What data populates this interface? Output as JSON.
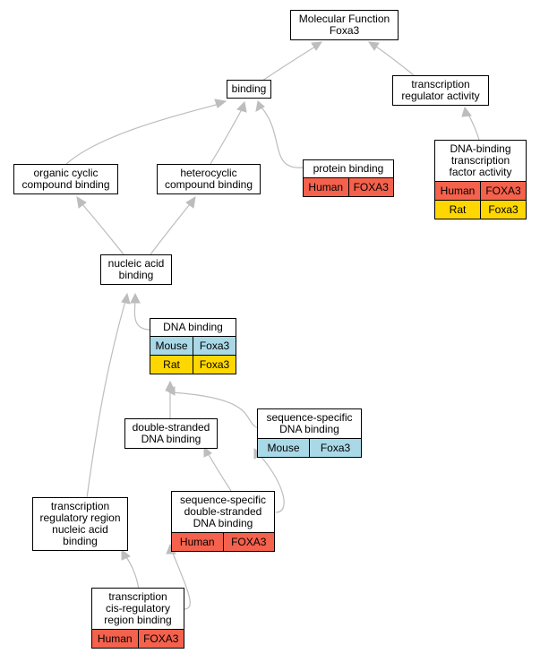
{
  "colors": {
    "human": "#f4614c",
    "mouse": "#a9d8e6",
    "rat": "#ffd700",
    "edge": "#bdbdbd"
  },
  "nodes": {
    "mf": {
      "label": "Molecular Function\nFoxa3"
    },
    "binding": {
      "label": "binding"
    },
    "tra": {
      "label": "transcription\nregulator activity"
    },
    "ocb": {
      "label": "organic cyclic\ncompound binding"
    },
    "hcb": {
      "label": "heterocyclic\ncompound binding"
    },
    "pb": {
      "label": "protein binding",
      "rows": [
        {
          "species": "Human",
          "gene": "FOXA3",
          "color": "human"
        }
      ]
    },
    "dbtfa": {
      "label": "DNA-binding\ntranscription\nfactor activity",
      "rows": [
        {
          "species": "Human",
          "gene": "FOXA3",
          "color": "human"
        },
        {
          "species": "Rat",
          "gene": "Foxa3",
          "color": "rat"
        }
      ]
    },
    "nab": {
      "label": "nucleic acid\nbinding"
    },
    "dnab": {
      "label": "DNA binding",
      "rows": [
        {
          "species": "Mouse",
          "gene": "Foxa3",
          "color": "mouse"
        },
        {
          "species": "Rat",
          "gene": "Foxa3",
          "color": "rat"
        }
      ]
    },
    "dsdb": {
      "label": "double-stranded\nDNA binding"
    },
    "ssdb": {
      "label": "sequence-specific\nDNA binding",
      "rows": [
        {
          "species": "Mouse",
          "gene": "Foxa3",
          "color": "mouse"
        }
      ]
    },
    "trrnab": {
      "label": "transcription\nregulatory region\nnucleic acid\nbinding"
    },
    "ssdsdb": {
      "label": "sequence-specific\ndouble-stranded\nDNA binding",
      "rows": [
        {
          "species": "Human",
          "gene": "FOXA3",
          "color": "human"
        }
      ]
    },
    "tcrrb": {
      "label": "transcription\ncis-regulatory\nregion binding",
      "rows": [
        {
          "species": "Human",
          "gene": "FOXA3",
          "color": "human"
        }
      ]
    }
  }
}
